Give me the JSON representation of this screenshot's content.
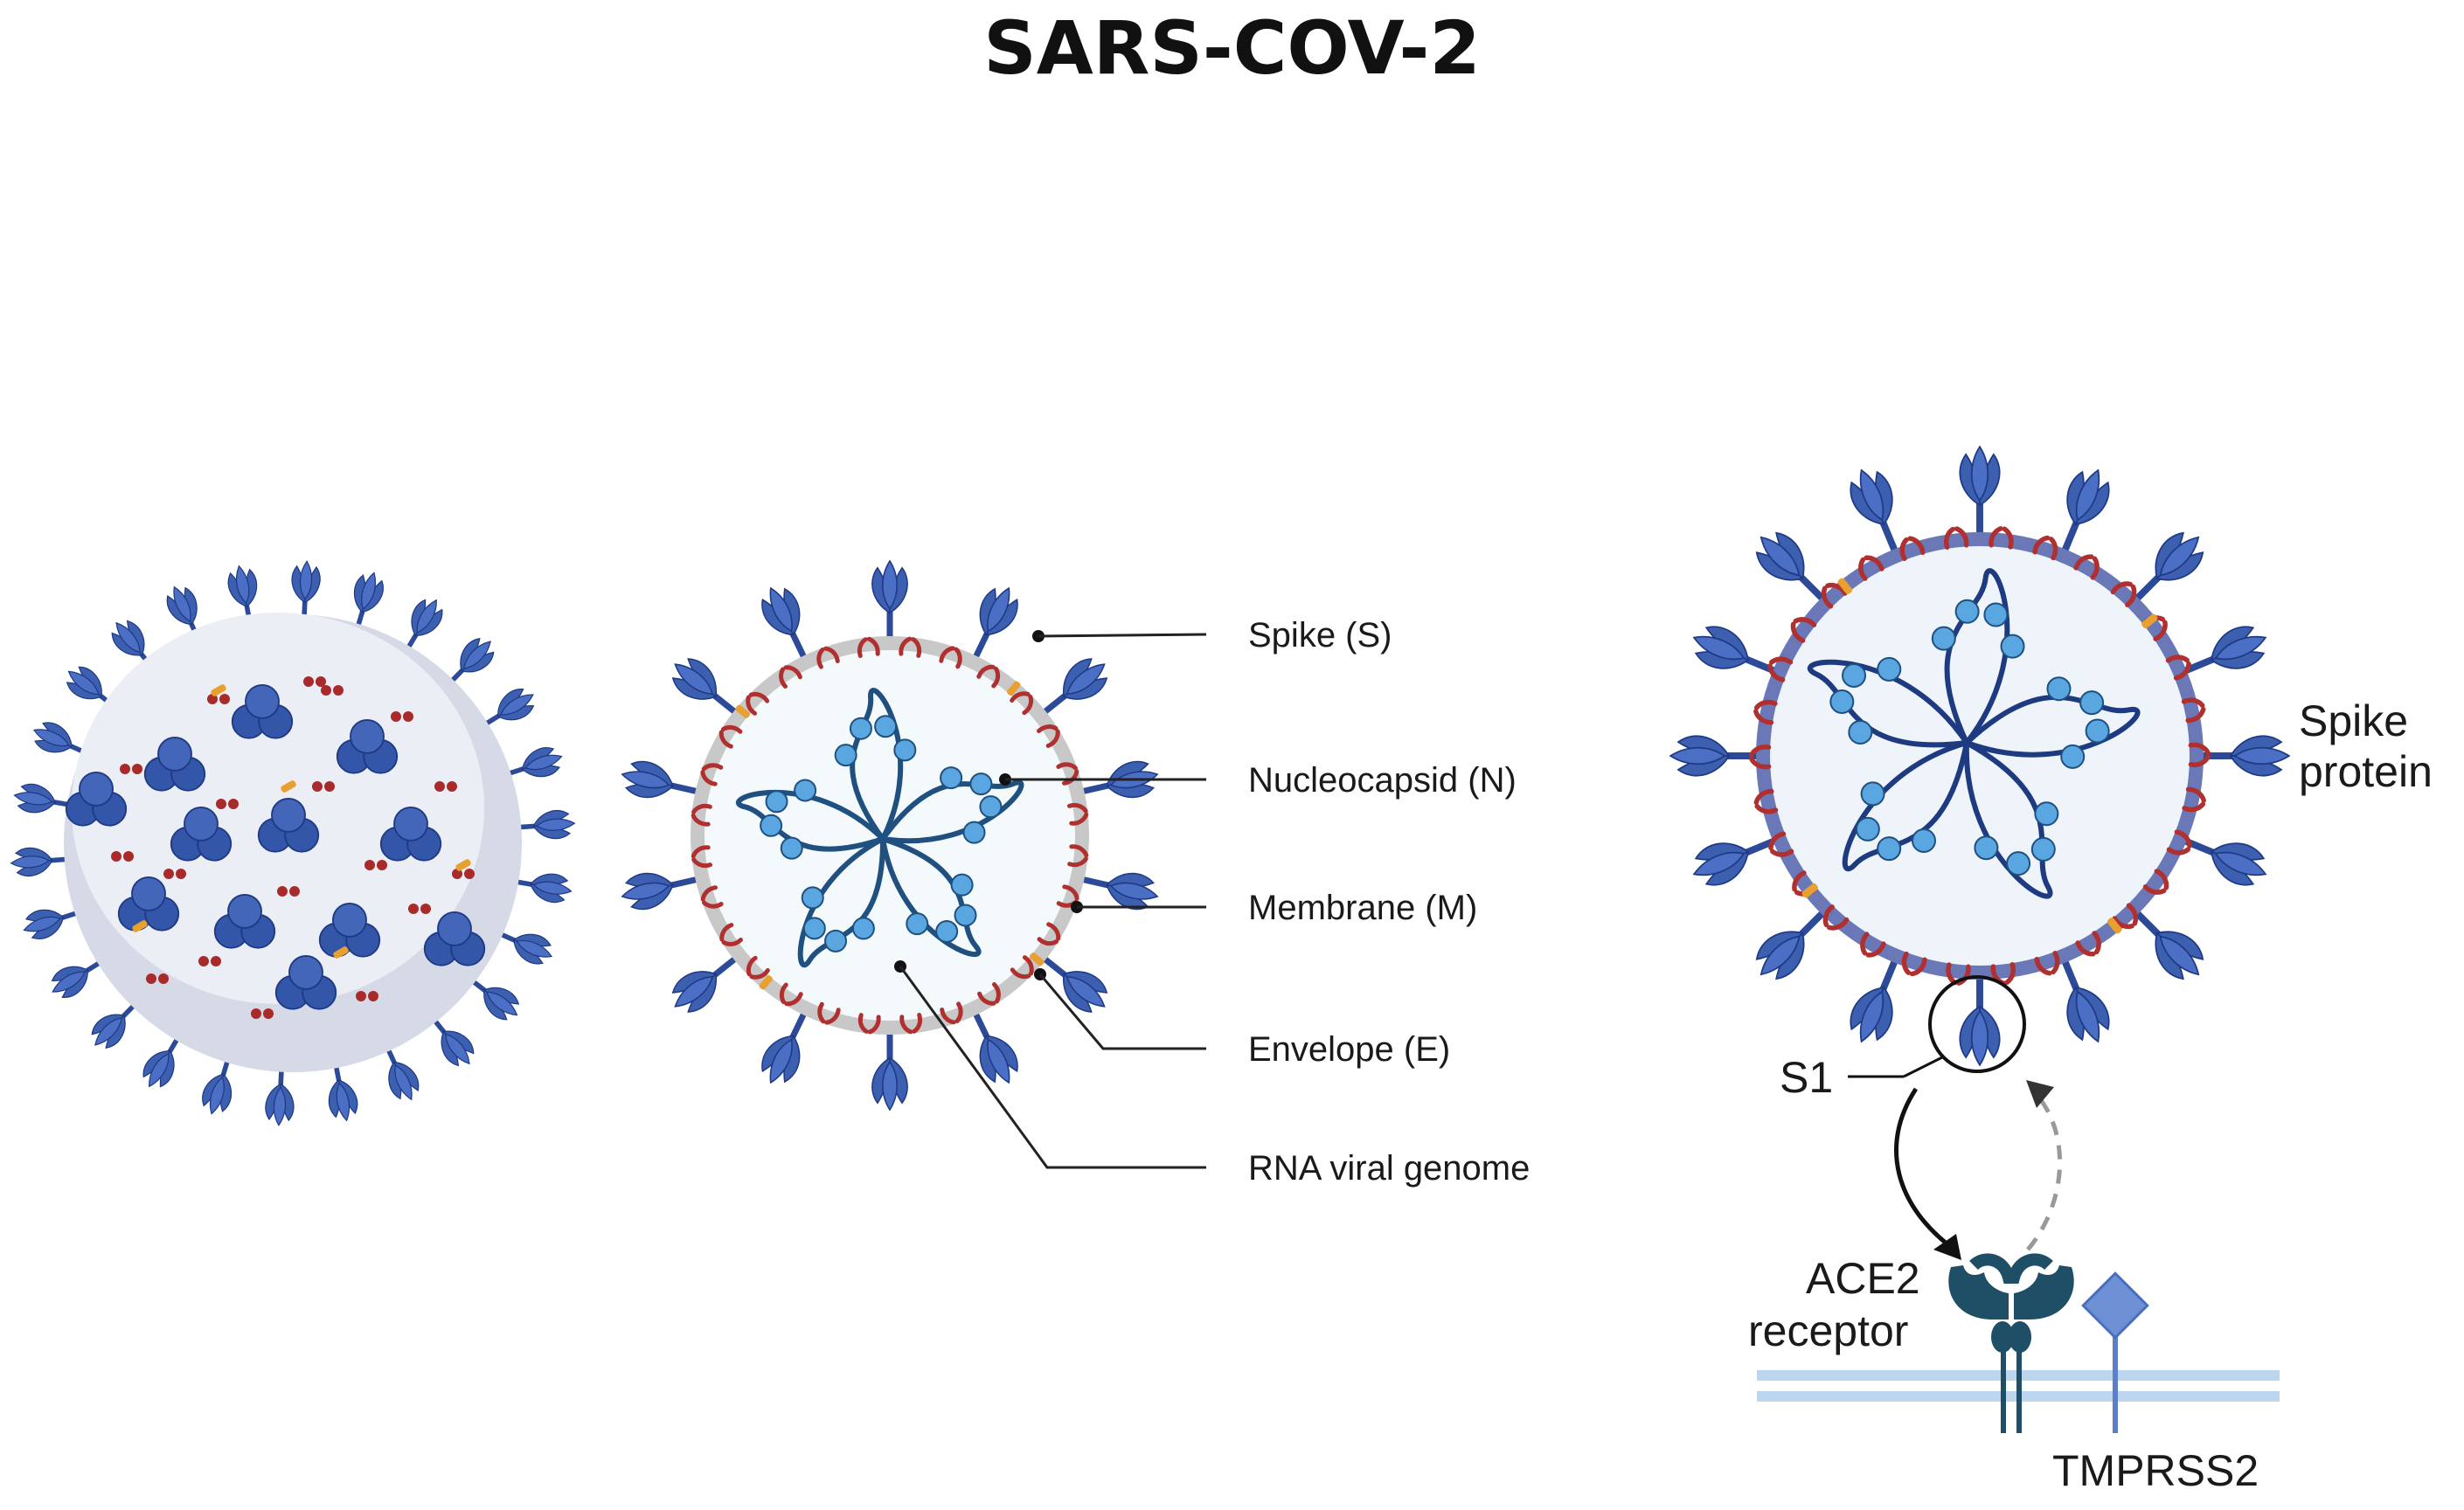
{
  "title": "SARS-COV-2",
  "labels": {
    "spike": "Spike (S)",
    "nucleocapsid": "Nucleocapsid (N)",
    "membrane": "Membrane (M)",
    "envelope": "Envelope (E)",
    "rna": "RNA viral genome",
    "spike_protein_1": "Spike",
    "spike_protein_2": "protein",
    "s1": "S1",
    "ace2_1": "ACE2",
    "ace2_2": "receptor",
    "tmprss2": "TMPRSS2"
  },
  "colors": {
    "spike": "#3d5fb0",
    "spike_dark": "#1f3a85",
    "membrane_m": "#b03030",
    "envelope_e": "#e8a030",
    "nucleocapsid": "#5aa6e0",
    "rna": "#1f5080",
    "ace2": "#1e4f66",
    "cell_membrane": "#bcd6f0"
  },
  "icons": [
    "spike-icon",
    "ace2-receptor-icon",
    "tmprss2-icon"
  ]
}
